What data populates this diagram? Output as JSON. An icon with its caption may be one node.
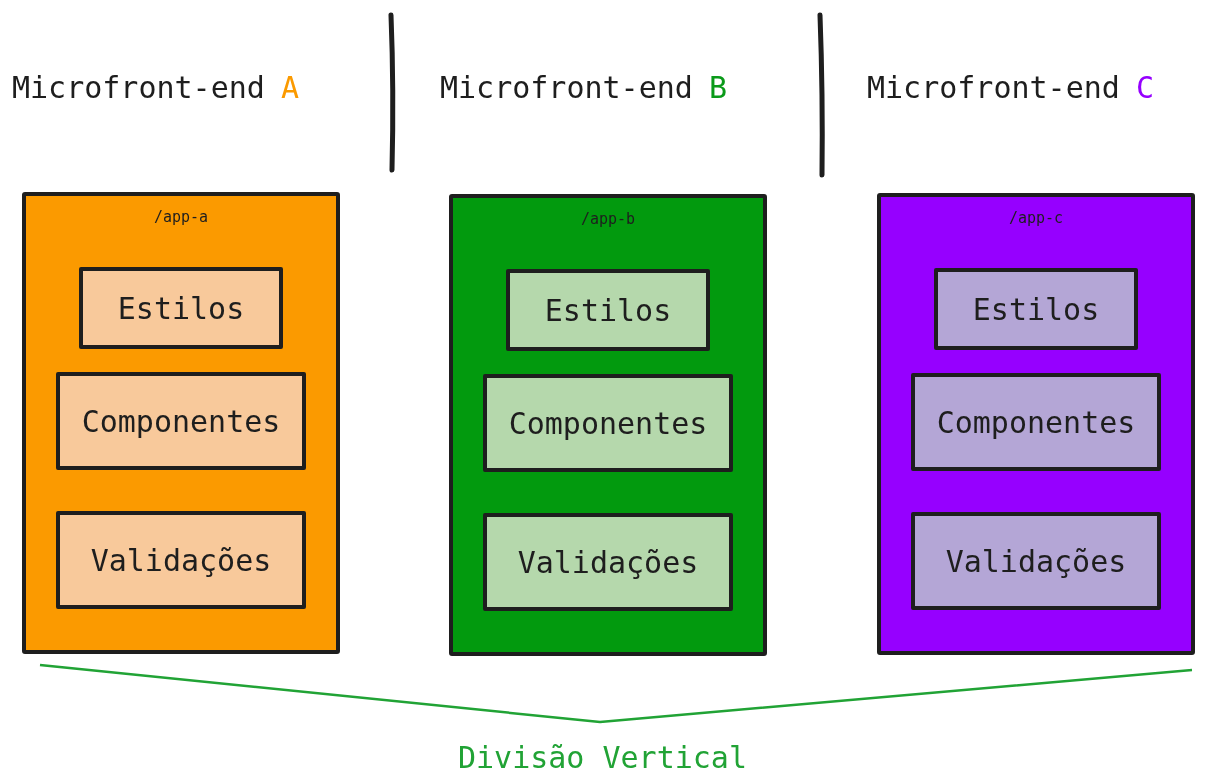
{
  "diagram": {
    "nodes": [
      {
        "text": [
          "/app-a"
        ]
      },
      {
        "text": [
          "Estilos"
        ],
        "in": 0
      },
      {
        "text": [
          "Componentes"
        ],
        "in": 0
      },
      {
        "text": [
          "Validações"
        ],
        "in": 0
      },
      {
        "text": [
          "/app-b"
        ]
      },
      {
        "text": [
          "Estilos"
        ],
        "in": 4
      },
      {
        "text": [
          "Componentes"
        ],
        "in": 4
      },
      {
        "text": [
          "Validações"
        ],
        "in": 4
      },
      {
        "text": [
          "/app-c"
        ]
      },
      {
        "text": [
          "Estilos"
        ],
        "in": 8
      },
      {
        "text": [
          "Componentes"
        ],
        "in": 8
      },
      {
        "text": [
          "Validações"
        ],
        "in": 8
      }
    ],
    "labels": [
      "Microfront-end",
      "A",
      "Microfront-end",
      "B",
      "Microfront-end",
      "C",
      "Divisão Vertical"
    ]
  }
}
